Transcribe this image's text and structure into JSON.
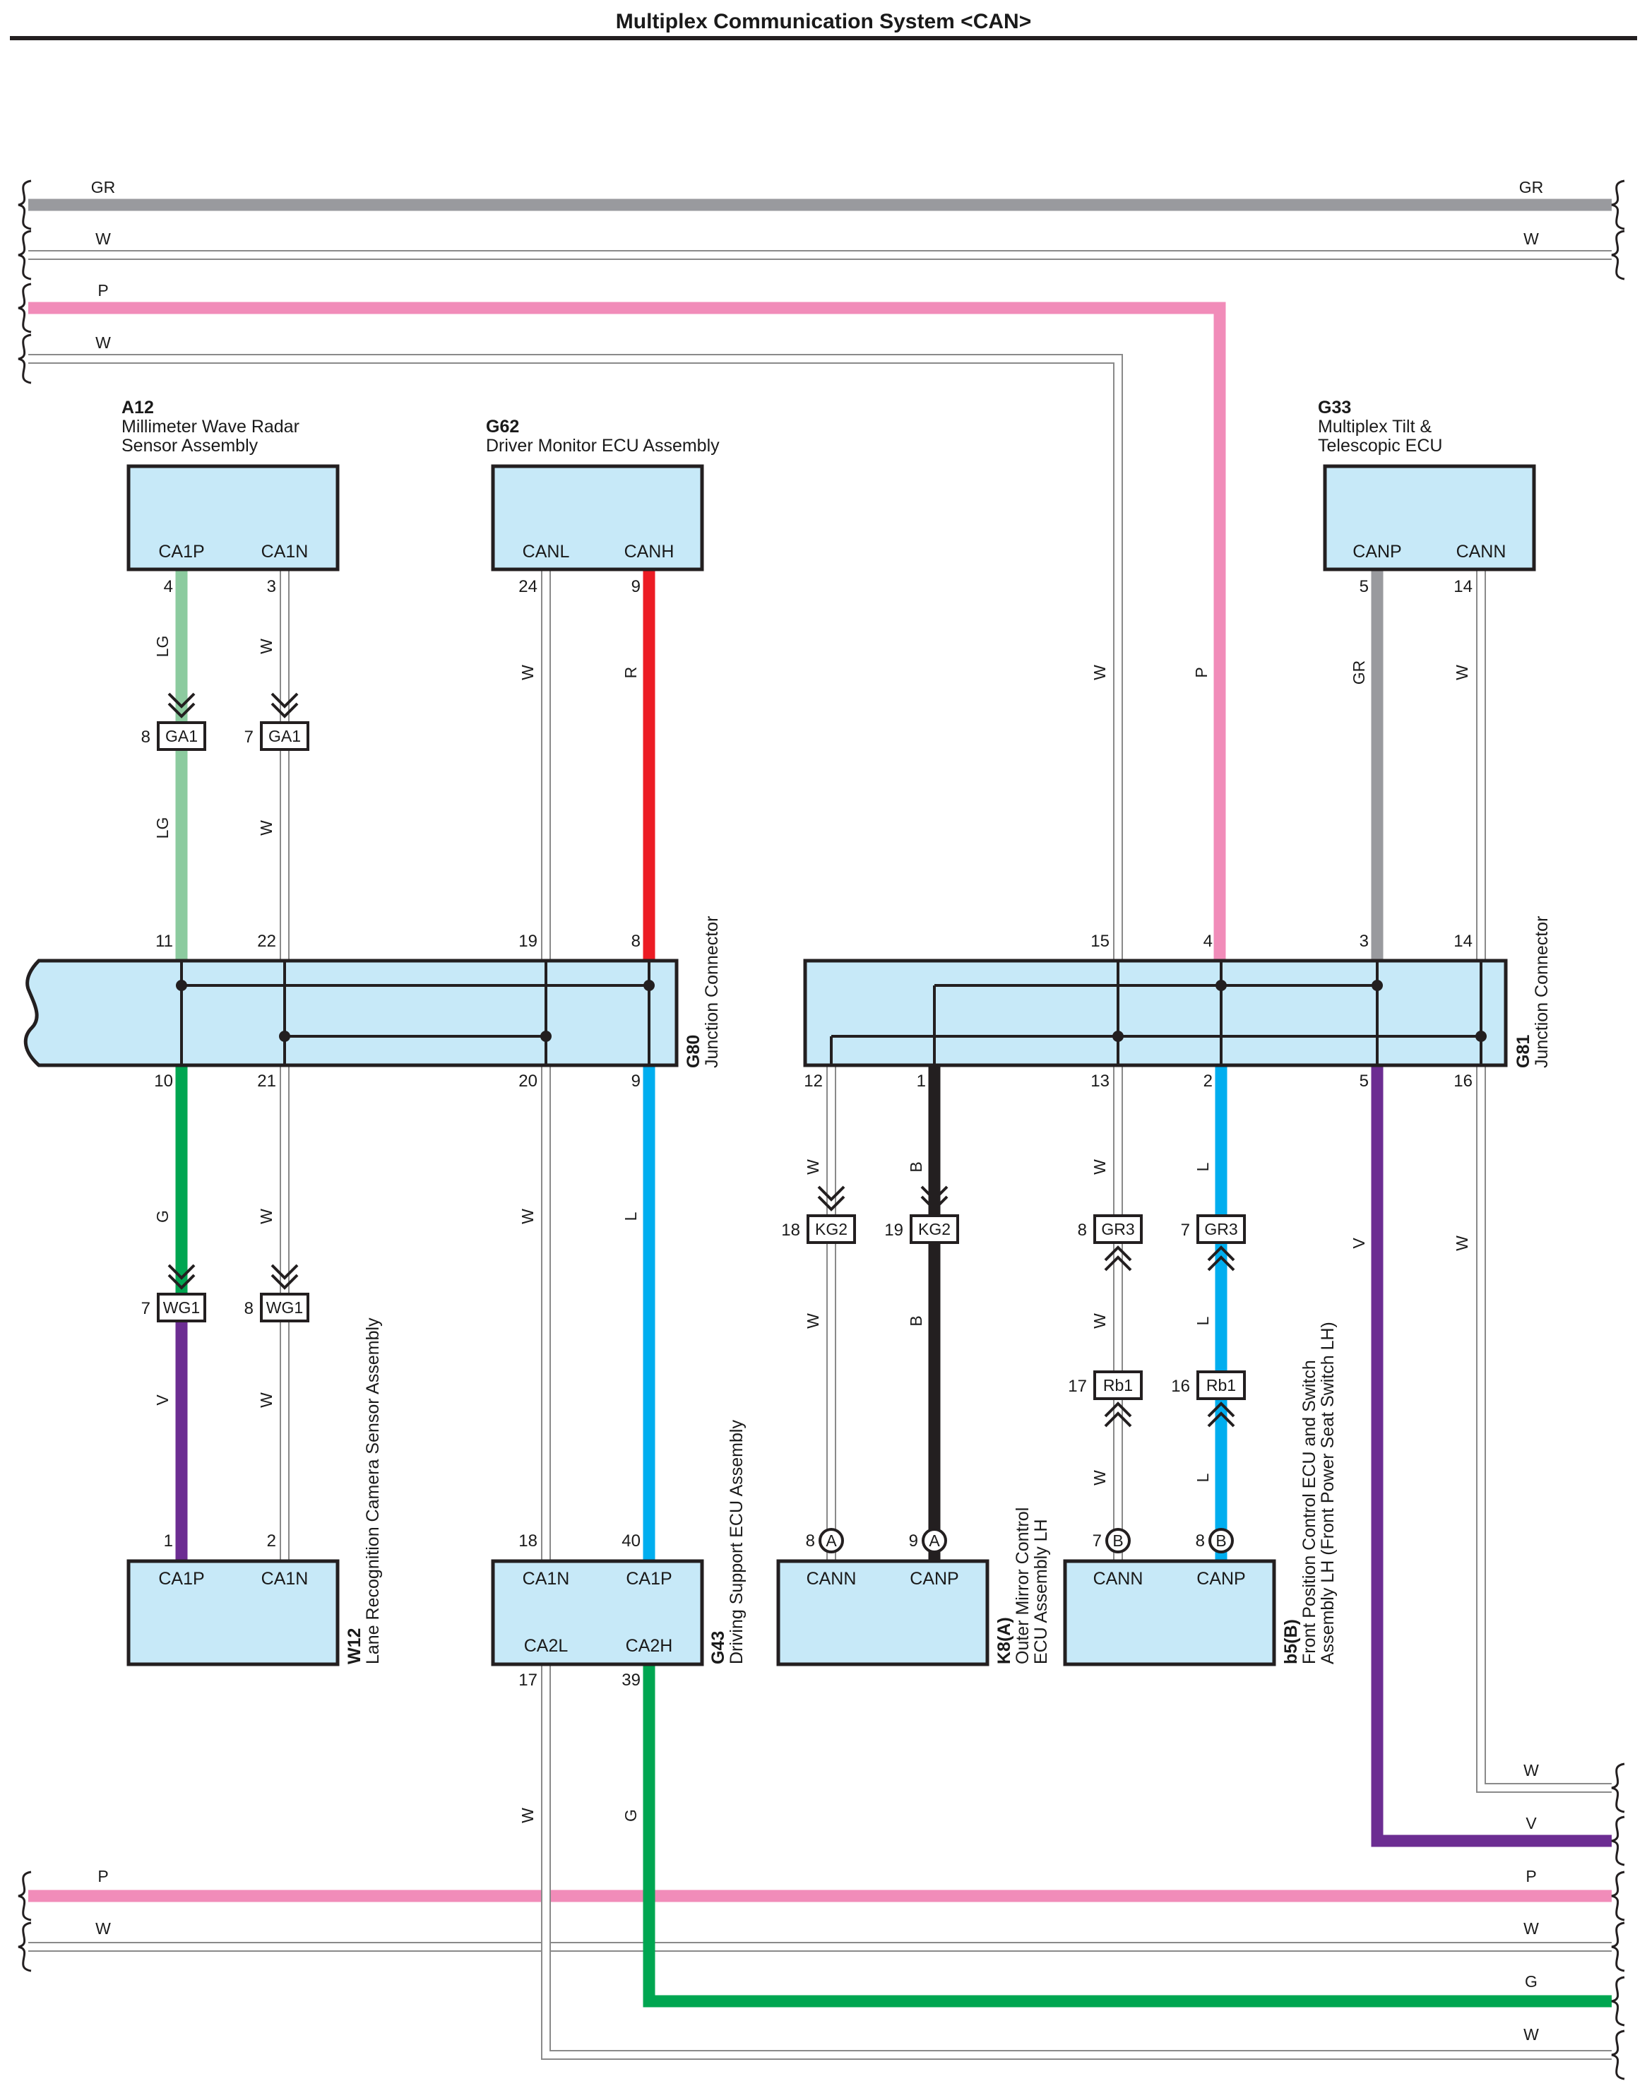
{
  "title": "Multiplex Communication System <CAN>",
  "colors": {
    "GR": "#999a9e",
    "W": "#ffffff",
    "P": "#f18cb9",
    "LG": "#8ccb9f",
    "R": "#ec1c24",
    "L": "#00aeef",
    "G": "#00a651",
    "V": "#6c2d92",
    "B": "#231f20",
    "component_fill": "#c7e9f8",
    "outline": "#231f20"
  },
  "components": {
    "a12": {
      "code": "A12",
      "name": [
        "Millimeter Wave Radar",
        "Sensor Assembly"
      ],
      "pins": [
        "CA1P",
        "CA1N"
      ],
      "pin_numbers": [
        "4",
        "3"
      ]
    },
    "g62": {
      "code": "G62",
      "name": [
        "Driver Monitor ECU Assembly"
      ],
      "pins": [
        "CANL",
        "CANH"
      ],
      "pin_numbers": [
        "24",
        "9"
      ]
    },
    "g33": {
      "code": "G33",
      "name": [
        "Multiplex Tilt &",
        "Telescopic ECU"
      ],
      "pins": [
        "CANP",
        "CANN"
      ],
      "pin_numbers": [
        "5",
        "14"
      ]
    },
    "w12": {
      "code": "W12",
      "name": [
        "Lane Recognition Camera Sensor Assembly"
      ],
      "pins": [
        "CA1P",
        "CA1N"
      ],
      "pin_numbers": [
        "1",
        "2"
      ]
    },
    "g43": {
      "code": "G43",
      "name": [
        "Driving Support ECU Assembly"
      ],
      "pins": [
        "CA1N",
        "CA1P",
        "CA2L",
        "CA2H"
      ],
      "pin_numbers": [
        "18",
        "40",
        "17",
        "39"
      ]
    },
    "k8": {
      "code": "K8(A)",
      "name": [
        "Outer Mirror Control",
        "ECU Assembly LH"
      ],
      "pins": [
        "CANN",
        "CANP"
      ],
      "pin_numbers": [
        "8",
        "9"
      ],
      "pin_tag": "A"
    },
    "b5": {
      "code": "b5(B)",
      "name": [
        "Front Position Control ECU and Switch",
        "Assembly LH (Front Power Seat Switch LH)"
      ],
      "pins": [
        "CANN",
        "CANP"
      ],
      "pin_numbers": [
        "7",
        "8"
      ],
      "pin_tag": "B"
    }
  },
  "junctions": {
    "g80": {
      "code": "G80",
      "name": "Junction Connector",
      "top_pins": [
        "11",
        "22",
        "19",
        "8"
      ],
      "bottom_pins": [
        "10",
        "21",
        "20",
        "9"
      ]
    },
    "g81": {
      "code": "G81",
      "name": "Junction Connector",
      "top_pins": [
        "15",
        "4",
        "3",
        "14"
      ],
      "bottom_pins": [
        "12",
        "1",
        "13",
        "2",
        "5",
        "16"
      ]
    }
  },
  "connectors": [
    {
      "label": "GA1",
      "pin": "8"
    },
    {
      "label": "GA1",
      "pin": "7"
    },
    {
      "label": "WG1",
      "pin": "7"
    },
    {
      "label": "WG1",
      "pin": "8"
    },
    {
      "label": "KG2",
      "pin": "18"
    },
    {
      "label": "KG2",
      "pin": "19"
    },
    {
      "label": "GR3",
      "pin": "8"
    },
    {
      "label": "GR3",
      "pin": "7"
    },
    {
      "label": "Rb1",
      "pin": "17"
    },
    {
      "label": "Rb1",
      "pin": "16"
    }
  ],
  "wire_labels": {
    "bus_top": [
      "GR",
      "W",
      "P",
      "W"
    ],
    "bus_top_right": [
      "GR",
      "W"
    ],
    "bus_bottom_left": [
      "P",
      "W"
    ],
    "bus_bottom_right": [
      "W",
      "V",
      "P",
      "W",
      "G",
      "W"
    ],
    "a12_pins": [
      "LG",
      "W",
      "LG",
      "W"
    ],
    "g62_pins": [
      "W",
      "R"
    ],
    "g33_pins": [
      "GR",
      "W"
    ],
    "g81_feeds": [
      "W",
      "P"
    ],
    "w12_side": [
      "G",
      "W",
      "V",
      "W"
    ],
    "g43_side": [
      "W",
      "L",
      "W",
      "G"
    ],
    "k8_side": [
      "W",
      "B",
      "W",
      "B"
    ],
    "b5_side": [
      "W",
      "L",
      "W",
      "L",
      "W",
      "L"
    ],
    "g81_out": [
      "V",
      "W"
    ]
  }
}
